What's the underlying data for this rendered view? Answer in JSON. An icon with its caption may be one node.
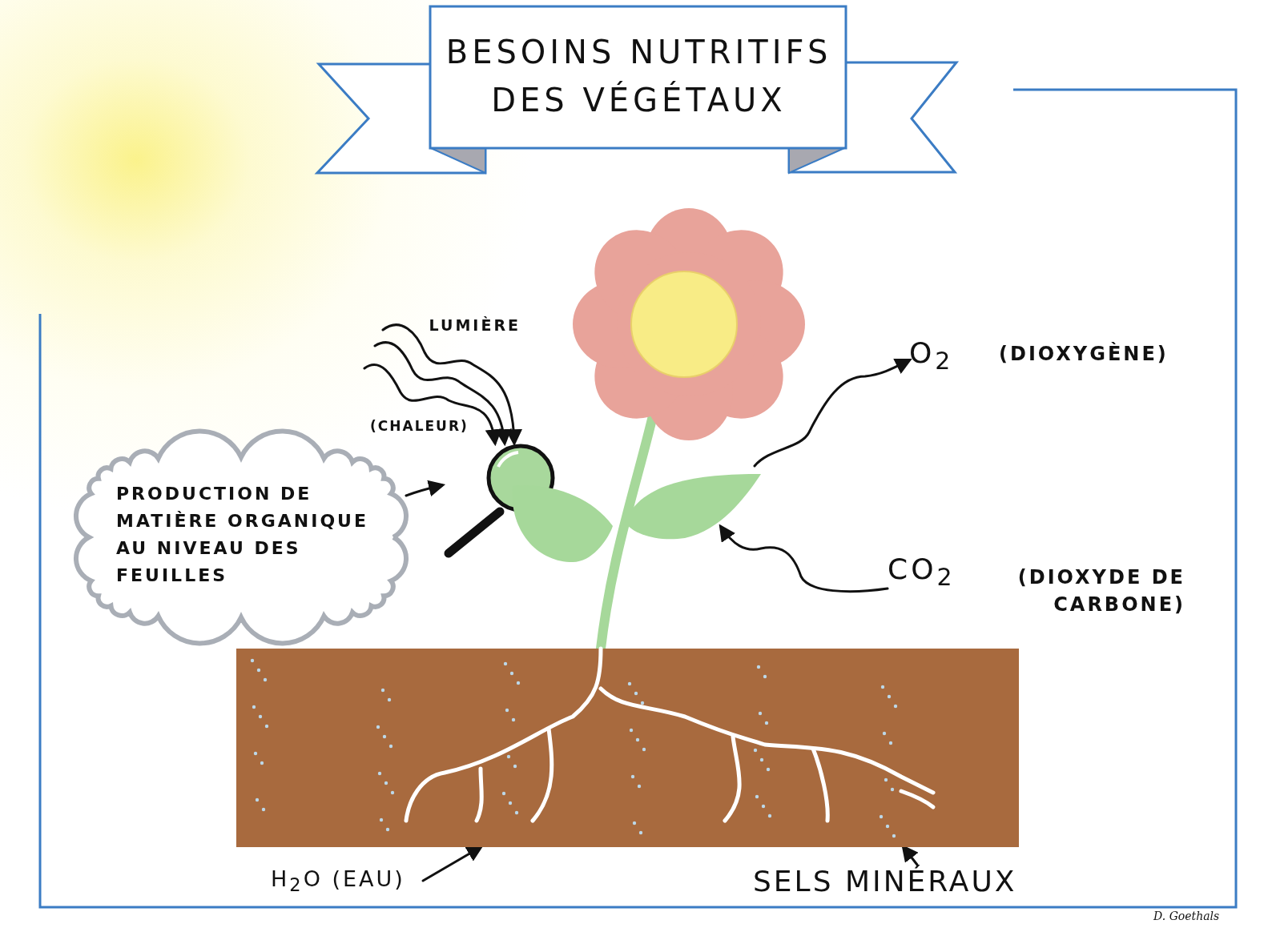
{
  "diagram": {
    "title": "BESOINS NUTRITIFS DES VÉGÉTAUX",
    "nodes": [
      {
        "text": [
          "LUMIÈRE",
          "(CHALEUR)"
        ]
      },
      {
        "text": [
          "PRODUCTION DE MATIÈRE ORGANIQUE AU NIVEAU DES FEUILLES"
        ]
      },
      {
        "text": [],
        "shape": "picture"
      },
      {
        "text": [],
        "shape": "picture"
      },
      {
        "text": [],
        "shape": "box"
      },
      {
        "text": [
          "O$_{2}$",
          "(DIOXYGÈNE)"
        ]
      },
      {
        "text": [
          "CO$_{2}$",
          "(DIOXYDE DE CARBONE)"
        ]
      },
      {
        "text": [
          "H$_{2}$O (EAU)"
        ]
      },
      {
        "text": [
          "SELS MINÉRAUX"
        ]
      }
    ],
    "edges": [
      {
        "from": 0,
        "to": 2,
        "arrow": "to"
      },
      {
        "from": 0,
        "to": 2,
        "arrow": "to"
      },
      {
        "from": 0,
        "to": 2,
        "arrow": "to"
      },
      {
        "from": 1,
        "to": 2,
        "arrow": "to"
      },
      {
        "from": 3,
        "to": 5,
        "arrow": "to"
      },
      {
        "from": 6,
        "to": 3,
        "arrow": "to"
      },
      {
        "from": 7,
        "to": 4,
        "arrow": "to"
      },
      {
        "from": 8,
        "to": 4,
        "arrow": "to"
      }
    ],
    "labels": [
      "D. Goethals"
    ]
  }
}
